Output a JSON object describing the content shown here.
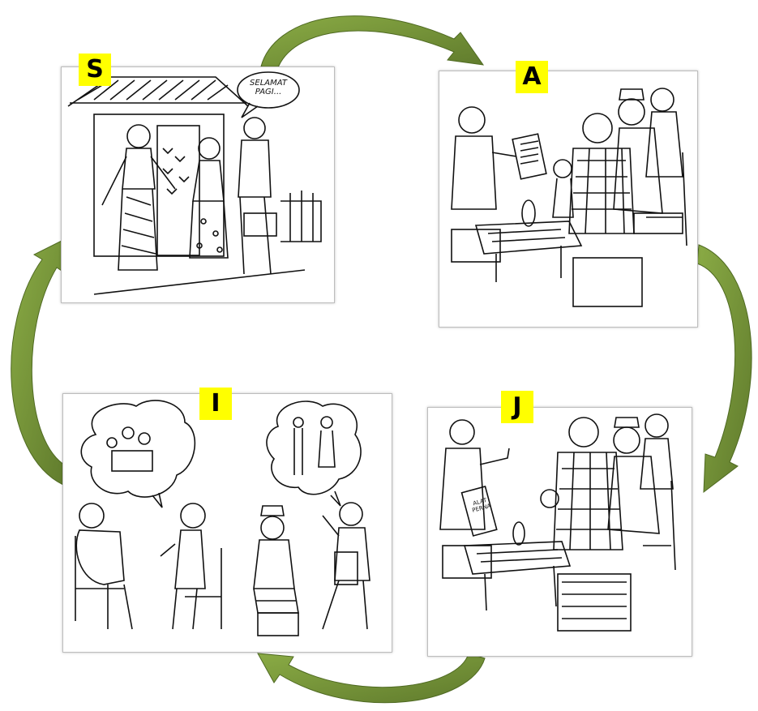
{
  "diagram": {
    "steps": [
      {
        "key": "S",
        "label": "S"
      },
      {
        "key": "A",
        "label": "A"
      },
      {
        "key": "J",
        "label": "J"
      },
      {
        "key": "I",
        "label": "I"
      }
    ],
    "speech_bubble": "SELAMAT PAGI...",
    "sign_text": "ALAT PERNA",
    "colors": {
      "arrow": "#76923c",
      "label_bg": "#ffff00"
    }
  }
}
